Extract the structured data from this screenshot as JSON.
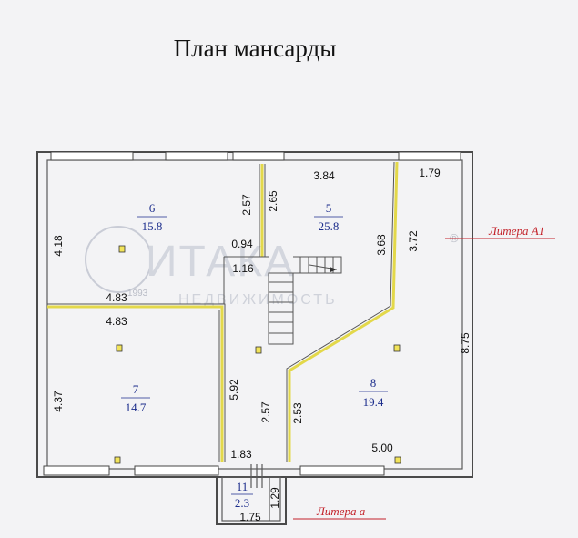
{
  "title": "План мансарды",
  "watermark": {
    "main": "ИТАКА",
    "sub": "НЕДВИЖИМОСТЬ",
    "year": "1993",
    "mark": "®"
  },
  "litera_labels": [
    {
      "text": "Литера А1"
    },
    {
      "text": "Литера а"
    }
  ],
  "rooms": [
    {
      "number": "6",
      "area": "15.8"
    },
    {
      "number": "5",
      "area": "25.8"
    },
    {
      "number": "7",
      "area": "14.7"
    },
    {
      "number": "8",
      "area": "19.4"
    },
    {
      "number": "11",
      "area": "2.3"
    }
  ],
  "dimensions": [
    "3.84",
    "1.79",
    "2.57",
    "2.65",
    "3.68",
    "3.72",
    "4.18",
    "0.94",
    "1.16",
    "4.83",
    "4.83",
    "8.75",
    "5.92",
    "2.57",
    "2.53",
    "4.37",
    "1.83",
    "5.00",
    "1.29",
    "1.75"
  ],
  "colors": {
    "partition": "#e3d84a",
    "room_text": "#1c2d8c",
    "litera_text": "#c3222a",
    "marker": "#f2e45a"
  }
}
